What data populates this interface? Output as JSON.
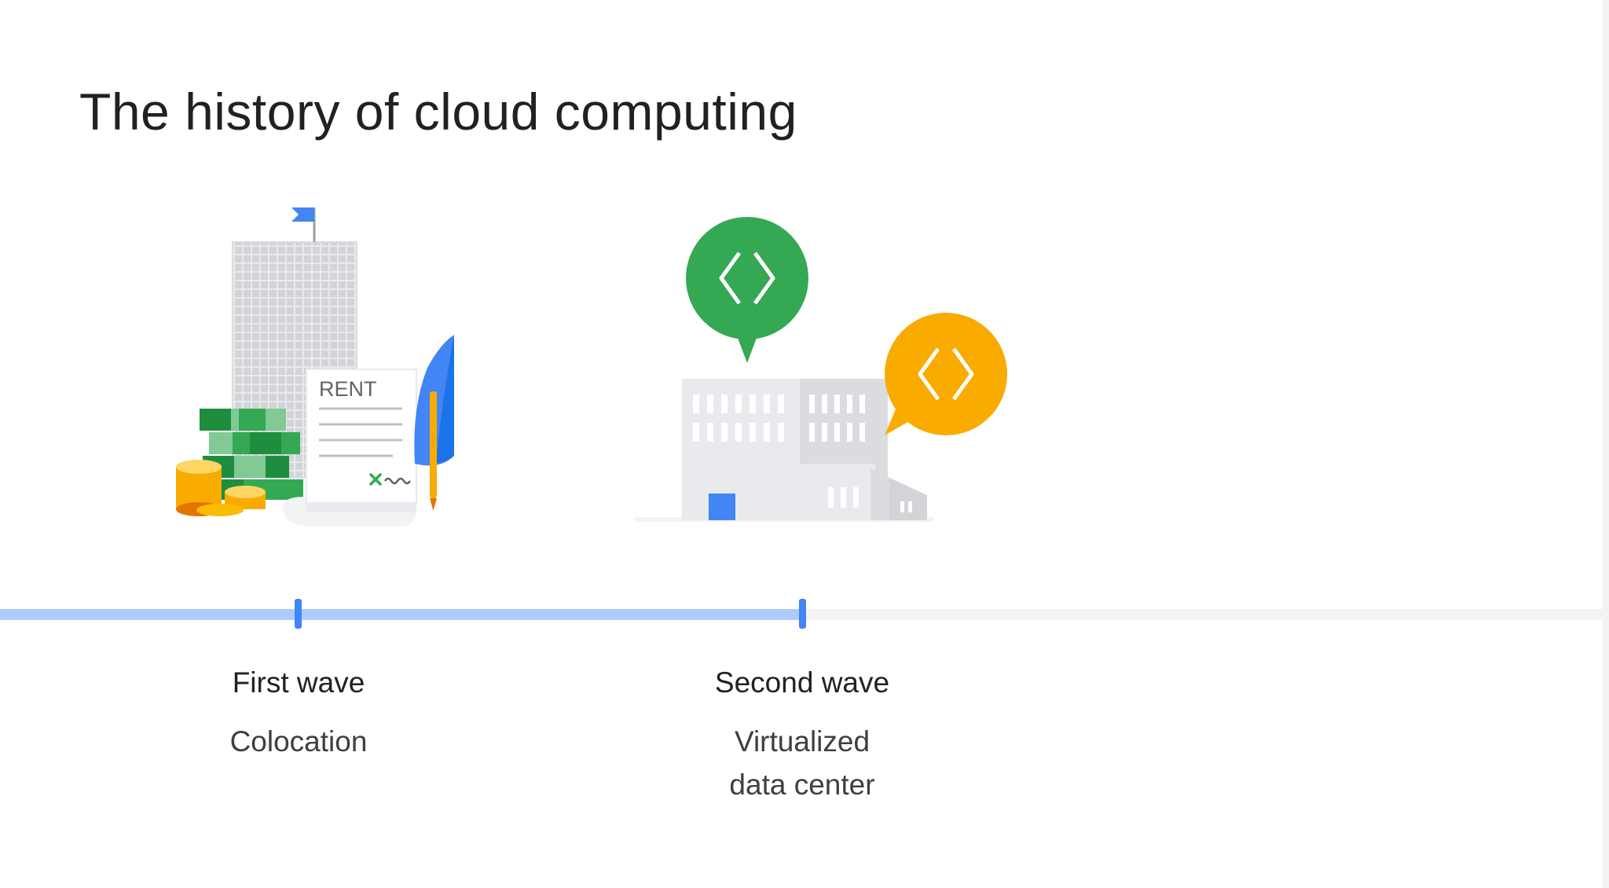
{
  "slide": {
    "title": "The history of cloud computing"
  },
  "illustration_text": {
    "rent_label": "RENT"
  },
  "icons": {
    "first_wave": [
      "office-tower-icon",
      "flag-icon",
      "cash-stack-icon",
      "coin-stack-icon",
      "rent-contract-icon",
      "pen-icon"
    ],
    "second_wave": [
      "data-center-building-icon",
      "code-bubble-icon"
    ]
  },
  "timeline": {
    "progress_fraction": 0.5,
    "waves": [
      {
        "title": "First wave",
        "subtitle_lines": [
          "Colocation"
        ]
      },
      {
        "title": "Second wave",
        "subtitle_lines": [
          "Virtualized",
          "data center"
        ]
      }
    ]
  },
  "colors": {
    "accent_blue": "#4285f4",
    "timeline_light_blue": "#aecbfa",
    "timeline_gray": "#f1f3f4",
    "google_green": "#34a853",
    "google_yellow": "#f9ab00"
  }
}
